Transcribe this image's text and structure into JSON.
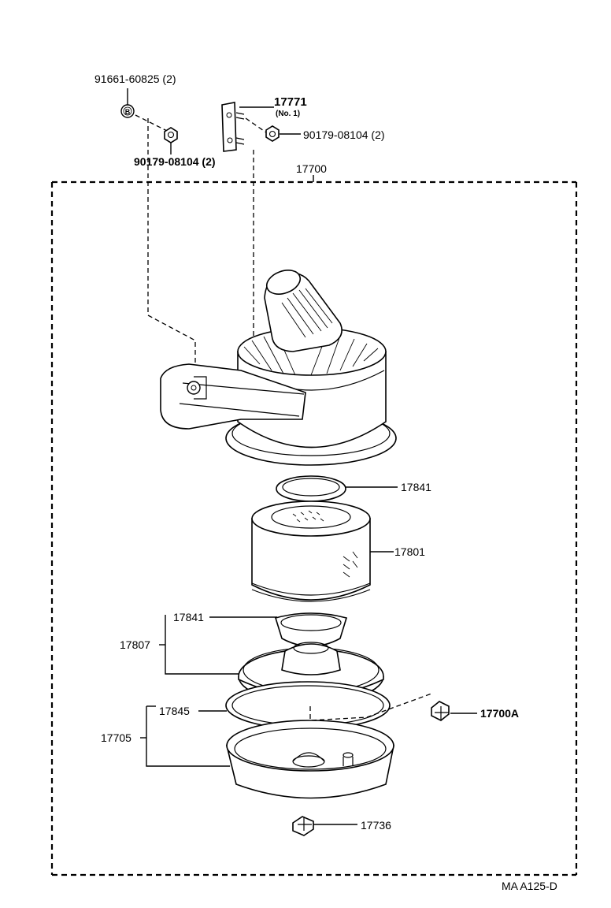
{
  "parts": {
    "p91661": "91661-60825 (2)",
    "p90179_left": "90179-08104 (2)",
    "p17771": "17771",
    "p17771_sub": "(No. 1)",
    "p90179_right": "90179-08104 (2)",
    "p17700": "17700",
    "p17841_top": "17841",
    "p17801": "17801",
    "p17841_mid": "17841",
    "p17807": "17807",
    "p17845": "17845",
    "p17705": "17705",
    "p17700A": "17700A",
    "p17736": "17736"
  },
  "footer": {
    "code": "MA A125-D"
  },
  "icons": {
    "bolt_marker": "B"
  }
}
